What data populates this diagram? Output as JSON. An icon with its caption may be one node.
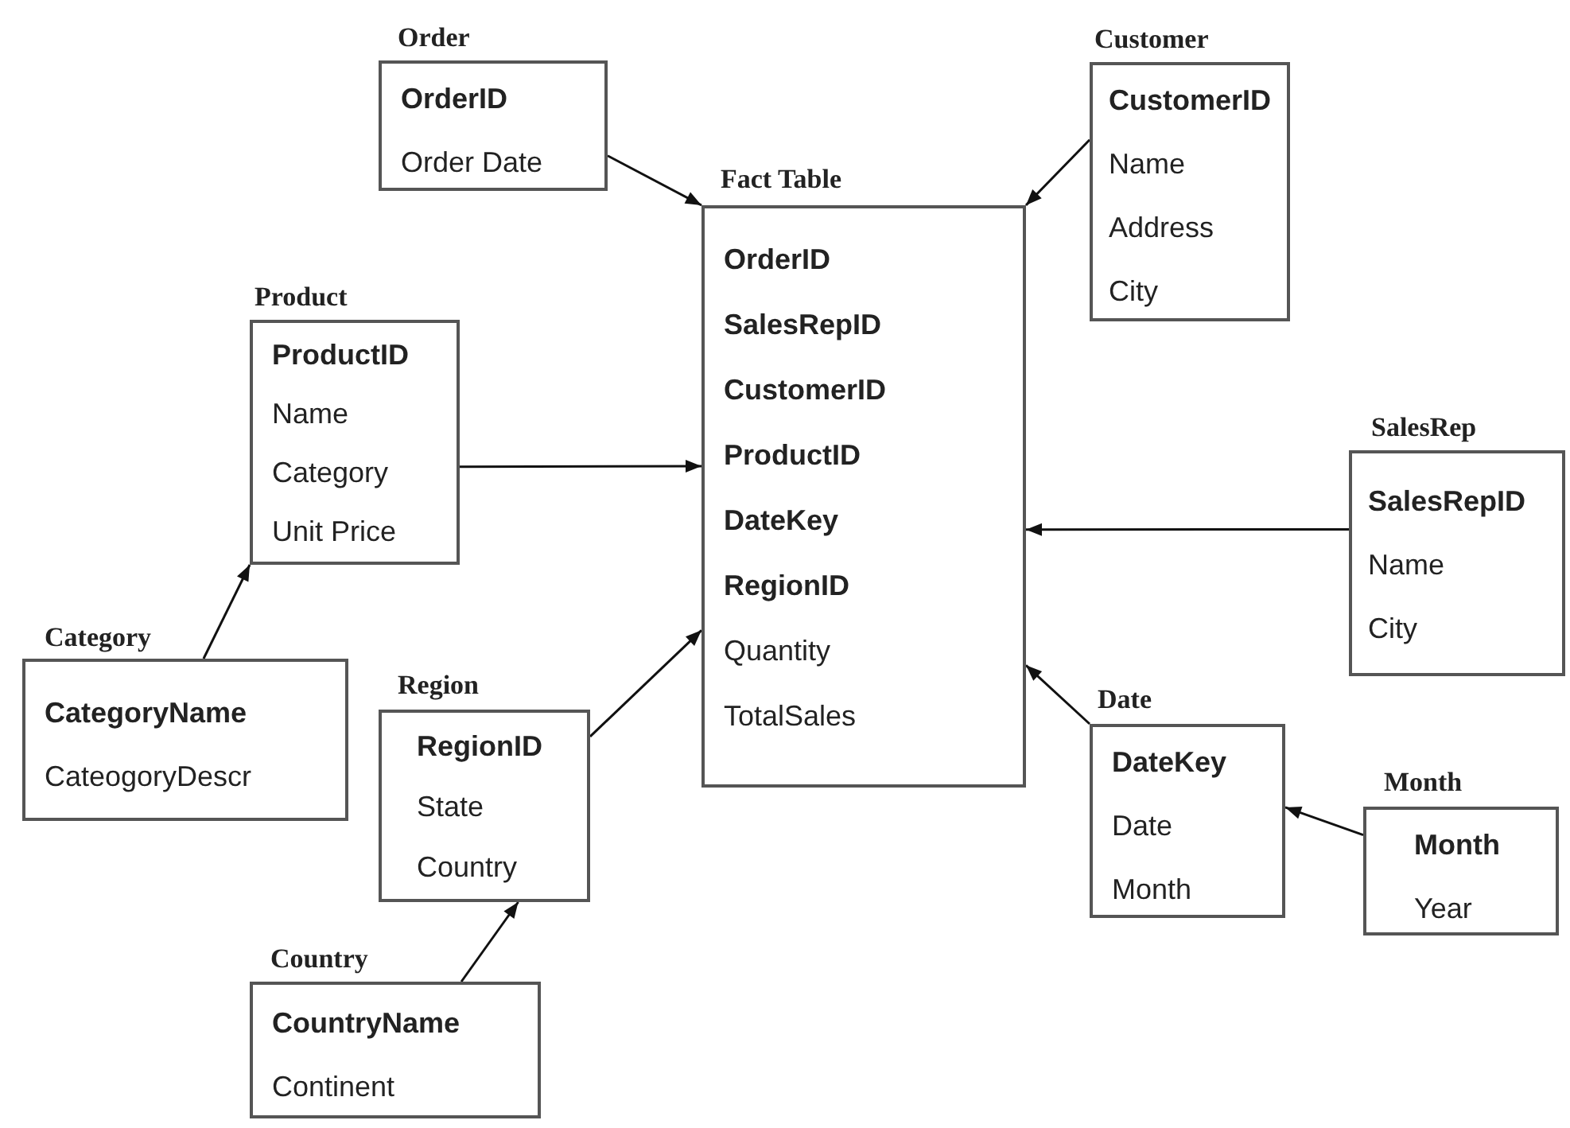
{
  "diagram": {
    "nodes": [
      {
        "text": [
          "Order",
          "OrderID",
          "Order Date"
        ]
      },
      {
        "text": [
          "Customer",
          "CustomerID",
          "Name",
          "Address",
          "City"
        ]
      },
      {
        "text": [
          "Fact Table",
          "OrderID",
          "SalesRepID",
          "CustomerID",
          "ProductID",
          "DateKey",
          "RegionID",
          "Quantity",
          "TotalSales"
        ]
      },
      {
        "text": [
          "Product",
          "ProductID",
          "Name",
          "Category",
          "Unit Price"
        ]
      },
      {
        "text": [
          "SalesRep",
          "SalesRepID",
          "Name",
          "City"
        ]
      },
      {
        "text": [
          "Category",
          "CategoryName",
          "CateogoryDescr"
        ]
      },
      {
        "text": [
          "Region",
          "RegionID",
          "State",
          "Country"
        ]
      },
      {
        "text": [
          "Date",
          "DateKey",
          "Date",
          "Month"
        ]
      },
      {
        "text": [
          "Month",
          "Month",
          "Year"
        ]
      },
      {
        "text": [
          "Country",
          "CountryName",
          "Continent"
        ]
      }
    ],
    "edges": [
      {
        "from": 0,
        "to": 2,
        "arrow": "to"
      },
      {
        "from": 1,
        "to": 2,
        "arrow": "to"
      },
      {
        "from": 3,
        "to": 2,
        "arrow": "to"
      },
      {
        "from": 4,
        "to": 2,
        "arrow": "to"
      },
      {
        "from": 7,
        "to": 2,
        "arrow": "to"
      },
      {
        "from": 6,
        "to": 2,
        "arrow": "to"
      },
      {
        "from": 5,
        "to": 3,
        "arrow": "to"
      },
      {
        "from": 9,
        "to": 6,
        "arrow": "to"
      },
      {
        "from": 8,
        "to": 7,
        "arrow": "to"
      }
    ]
  }
}
